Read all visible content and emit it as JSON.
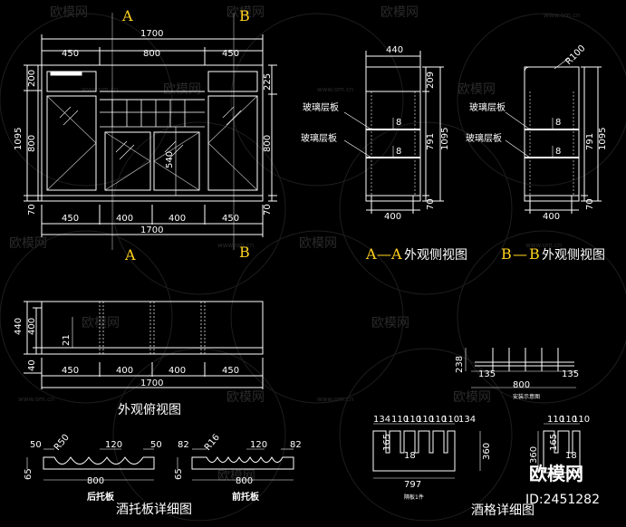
{
  "front": {
    "sec_a_top": "A",
    "sec_b_top": "B",
    "sec_a_bot": "A",
    "sec_b_bot": "B",
    "top_total": "1700",
    "top_w1": "450",
    "top_w2": "800",
    "top_w3": "450",
    "bot_total": "1700",
    "bot_w1": "450",
    "bot_w2": "400",
    "bot_w3": "400",
    "bot_w4": "450",
    "left_top": "200",
    "left_total": "1095",
    "left_mid": "800",
    "left_bot": "70",
    "right_top": "225",
    "right_mid": "800",
    "right_bot": "70",
    "inner_540": "540"
  },
  "side_a": {
    "top": "440",
    "bottom": "400",
    "h_top": "209",
    "h_total": "1095",
    "h_mid": "791",
    "h_bot": "70",
    "shelf_label_1": "玻璃层板",
    "shelf_label_2": "玻璃层板",
    "shelf_dim_1": "8",
    "shelf_dim_2": "8",
    "caption_letter_1": "A",
    "caption_dash": "—",
    "caption_letter_2": "A",
    "caption_text": "外观侧视图"
  },
  "side_b": {
    "radius": "R100",
    "bottom": "400",
    "h_total": "1095",
    "h_mid": "791",
    "h_bot": "70",
    "shelf_label_1": "玻璃层板",
    "shelf_label_2": "玻璃层板",
    "shelf_dim_1": "8",
    "shelf_dim_2": "8",
    "caption_letter_1": "B",
    "caption_dash": "—",
    "caption_letter_2": "B",
    "caption_text": "外观侧视图"
  },
  "plan": {
    "left_total": "440",
    "left_inner": "400",
    "left_bot": "40",
    "inner_21": "21",
    "w1": "450",
    "w2": "400",
    "w3": "400",
    "w4": "450",
    "total": "1700",
    "caption": "外观俯视图"
  },
  "tray": {
    "rear_50a": "50",
    "rear_r": "R50",
    "rear_120": "120",
    "rear_50b": "50",
    "rear_800": "800",
    "rear_65": "65",
    "rear_label": "后托板",
    "front_82a": "82",
    "front_r": "R16",
    "front_120": "120",
    "front_82b": "82",
    "front_800": "800",
    "front_65": "65",
    "front_label": "前托板",
    "caption": "酒托板详细图"
  },
  "grid": {
    "rack_238": "238",
    "rack_135a": "135",
    "rack_135b": "135",
    "rack_800": "800",
    "rack_note": "安装示意图",
    "top_dims": [
      "134",
      "110",
      "110",
      "110",
      "110",
      "110",
      "134"
    ],
    "h_165": "165",
    "h_18": "18",
    "h_360": "360",
    "bottom_797": "797",
    "panel_note": "隔板1件",
    "side_dims": [
      "110",
      "110",
      "110"
    ],
    "s_360": "360",
    "s_165": "165",
    "s_18": "18",
    "caption": "酒格详细图"
  },
  "watermark": {
    "brand": "欧模网",
    "url": "www.om.cn",
    "id_label": "ID:2451282"
  }
}
